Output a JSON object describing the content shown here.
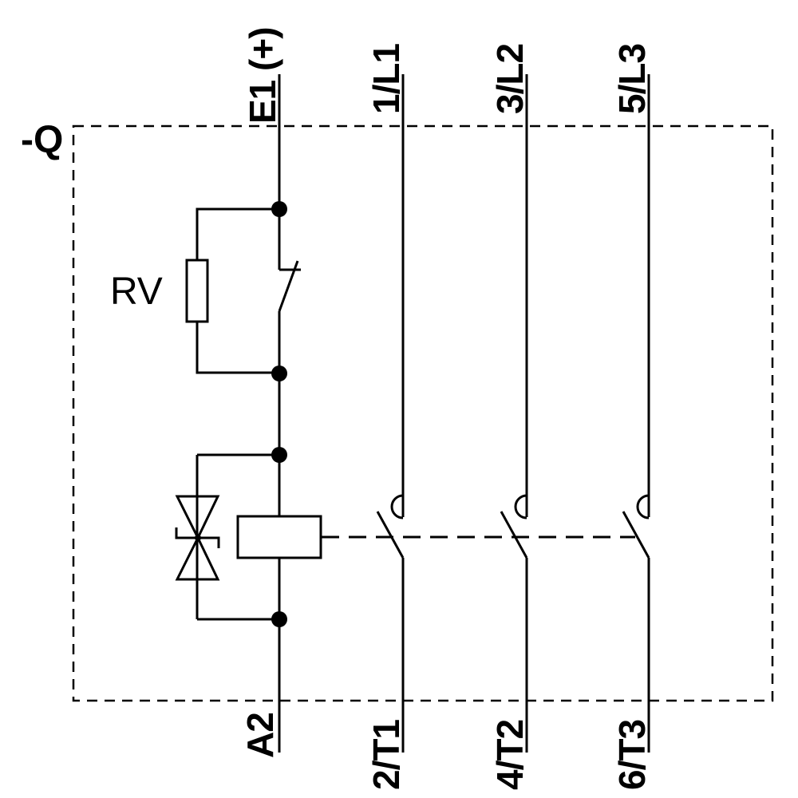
{
  "diagram": {
    "type": "contactor-wiring-schematic",
    "device_designator": "-Q",
    "coil_terminals": {
      "top": "E1 (+)",
      "bottom": "A2"
    },
    "poles": [
      {
        "input": "1/L1",
        "output": "2/T1"
      },
      {
        "input": "3/L2",
        "output": "4/T2"
      },
      {
        "input": "5/L3",
        "output": "6/T3"
      }
    ],
    "components": {
      "surge_suppressor_label": "RV"
    },
    "colors": {
      "stroke": "#000000",
      "background": "#ffffff"
    }
  }
}
